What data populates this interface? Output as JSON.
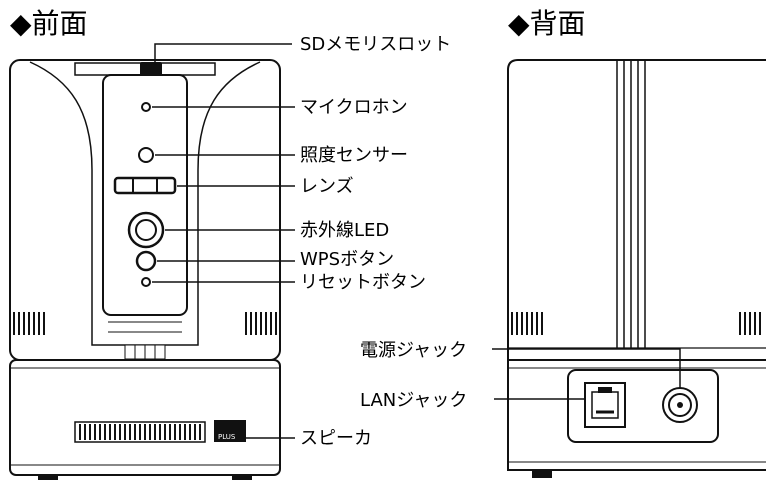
{
  "front": {
    "title": "◆前面",
    "labels": {
      "sd_slot": "SDメモリスロット",
      "microphone": "マイクロホン",
      "light_sensor": "照度センサー",
      "lens": "レンズ",
      "ir_led": "赤外線LED",
      "wps_button": "WPSボタン",
      "reset_button": "リセットボタン",
      "speaker": "スピーカ"
    },
    "badge_text": "PLUS"
  },
  "back": {
    "title": "◆背面",
    "labels": {
      "power_jack": "電源ジャック",
      "lan_jack": "LANジャック"
    }
  },
  "colors": {
    "stroke": "#111111",
    "fill": "#ffffff",
    "shade": "#e8e8e8"
  }
}
